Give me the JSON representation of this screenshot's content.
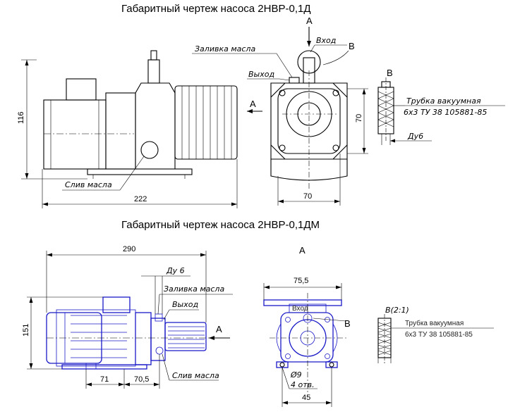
{
  "drawing1": {
    "title": "Габаритный чертеж насоса 2НВР-0,1Д",
    "labels": {
      "filling": "Заливка масла",
      "outlet": "Выход",
      "inlet": "Вход",
      "view_a_arrow": "А",
      "view_a_side": "А",
      "view_b_callout": "В",
      "view_b_title": "В",
      "drain": "Слив масла",
      "tube_title": "Трубка вакуумная",
      "tube_spec": "6х3 ТУ 38 105881-85",
      "du": "Ду6"
    },
    "dims": {
      "height": "116",
      "length": "222",
      "flange_height": "70",
      "flange_width": "70"
    }
  },
  "drawing2": {
    "title": "Габаритный чертеж насоса 2НВР-0,1ДМ",
    "labels": {
      "du": "Ду 6",
      "filling": "Заливка масла",
      "outlet": "Выход",
      "drain": "Слив масла",
      "view_a_side": "А",
      "view_a_top": "А",
      "inlet": "Вход",
      "view_b_callout": "В",
      "view_b_title": "В(2:1)",
      "tube_title": "Трубка вакуумная",
      "tube_spec": "6х3 ТУ 38 105881-85",
      "holes": "4 отв.",
      "hole_dia": "Ø9"
    },
    "dims": {
      "length": "290",
      "height": "151",
      "base_1": "71",
      "base_2": "70,5",
      "width_top": "75,5",
      "width_bottom": "45"
    }
  }
}
